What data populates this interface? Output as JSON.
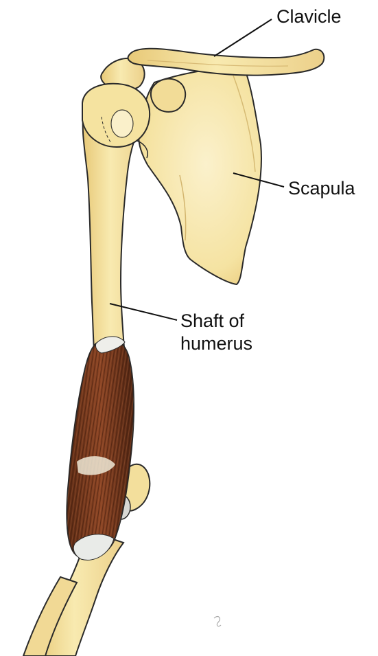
{
  "labels": {
    "clavicle": "Clavicle",
    "scapula": "Scapula",
    "shaft_line1": "Shaft of",
    "shaft_line2": "humerus"
  },
  "colors": {
    "bone_fill": "#f6e7a6",
    "bone_shade": "#e8c978",
    "bone_highlight": "#fbf3d2",
    "outline": "#2a2a2a",
    "muscle": "#7a3b1f",
    "muscle_dark": "#4e2412",
    "tendon": "#e9ebe8",
    "leader_line": "#111111"
  }
}
